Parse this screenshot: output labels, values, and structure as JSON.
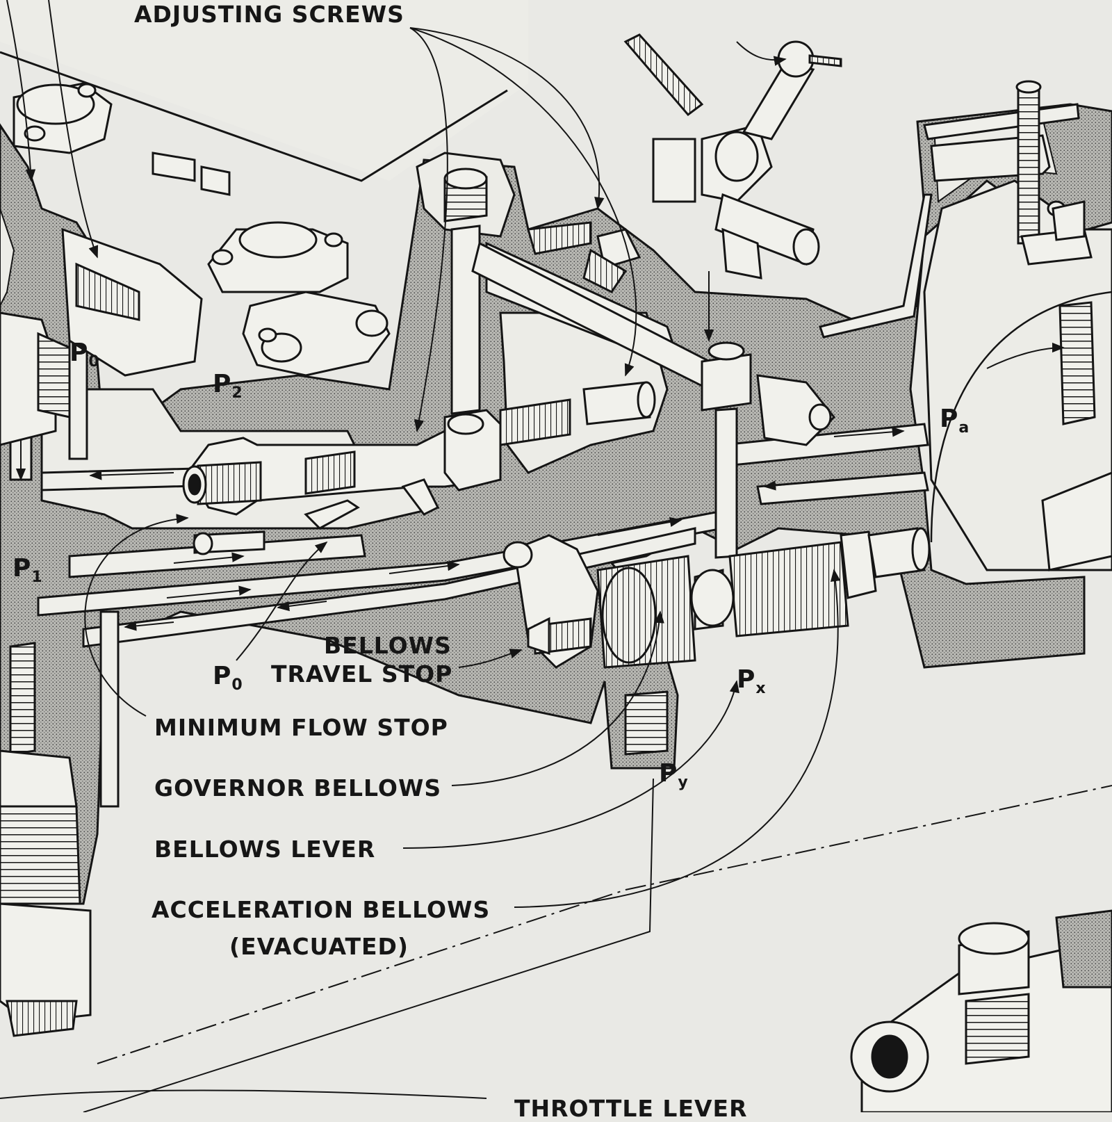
{
  "labels": {
    "adjusting_screws": "ADJUSTING SCREWS",
    "bellows_travel_stop_line1": "BELLOWS",
    "bellows_travel_stop_line2": "TRAVEL STOP",
    "minimum_flow_stop": "MINIMUM FLOW STOP",
    "governor_bellows": "GOVERNOR BELLOWS",
    "bellows_lever": "BELLOWS LEVER",
    "acceleration_bellows": "ACCELERATION BELLOWS",
    "evacuated": "(EVACUATED)",
    "throttle_lever_partial": "THROTTLE LEVER"
  },
  "pressure_symbols": {
    "p0_upper": {
      "base": "P",
      "sub": "0"
    },
    "p2": {
      "base": "P",
      "sub": "2"
    },
    "p1": {
      "base": "P",
      "sub": "1"
    },
    "p0_lower": {
      "base": "P",
      "sub": "0"
    },
    "pa": {
      "base": "P",
      "sub": "a"
    },
    "px": {
      "base": "P",
      "sub": "x"
    },
    "py": {
      "base": "P",
      "sub": "y"
    }
  },
  "colors": {
    "paper": "#e9e9e5",
    "ink": "#161616",
    "housing_stipple": "#a9a9a5",
    "metal_highlight": "#f4f4f0"
  }
}
